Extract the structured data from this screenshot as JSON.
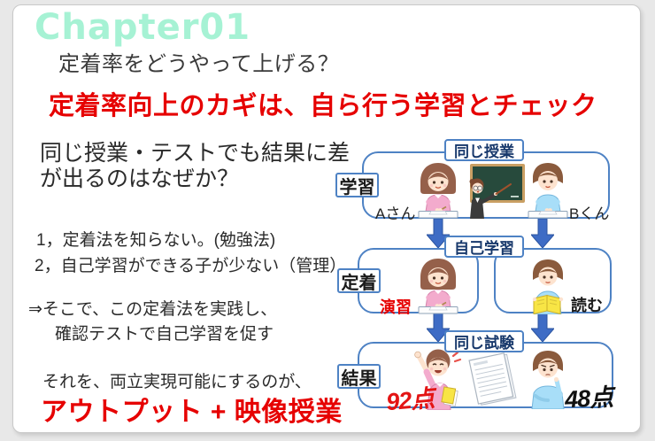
{
  "slide": {
    "chapter_label": "Chapter01",
    "question_title": "定着率をどうやって上げる？",
    "headline": "定着率向上のカギは、自ら行う学習とチェック",
    "problem_line1": "同じ授業・テストでも結果に差",
    "problem_line2": "が出るのはなぜか？",
    "reason1": "1，定着法を知らない。(勉強法)",
    "reason2": "2，自己学習ができる子が少ない（管理）",
    "solution_line1": "⇒そこで、この定着法を実践し、",
    "solution_line2": "確認テストで自己学習を促す",
    "conclusion_lead": "それを、両立実現可能にするのが、",
    "conclusion_main": "アウトプット + 映像授業"
  },
  "diagram": {
    "stage_learning": {
      "side_label": "学習",
      "box_label": "同じ授業",
      "student_a": "Aさん",
      "student_b": "Bくん"
    },
    "stage_retention": {
      "side_label": "定着",
      "box_label": "自己学習",
      "method_a": "演習",
      "method_b": "読む"
    },
    "stage_result": {
      "side_label": "結果",
      "box_label": "同じ試験",
      "score_a": "92点",
      "score_b": "48点"
    },
    "illustrations": [
      "girl-student-writing-icon",
      "teacher-blackboard-icon",
      "boy-student-desk-icon",
      "boy-reading-book-icon",
      "girl-celebrating-icon",
      "test-paper-icon",
      "boy-disappointed-icon"
    ]
  },
  "colors": {
    "chapter_mint": "#a6f2d4",
    "headline_red": "#e60000",
    "diagram_border_blue": "#4e82c4",
    "arrow_blue": "#3e6cc5",
    "chip_text_navy": "#17386b"
  }
}
